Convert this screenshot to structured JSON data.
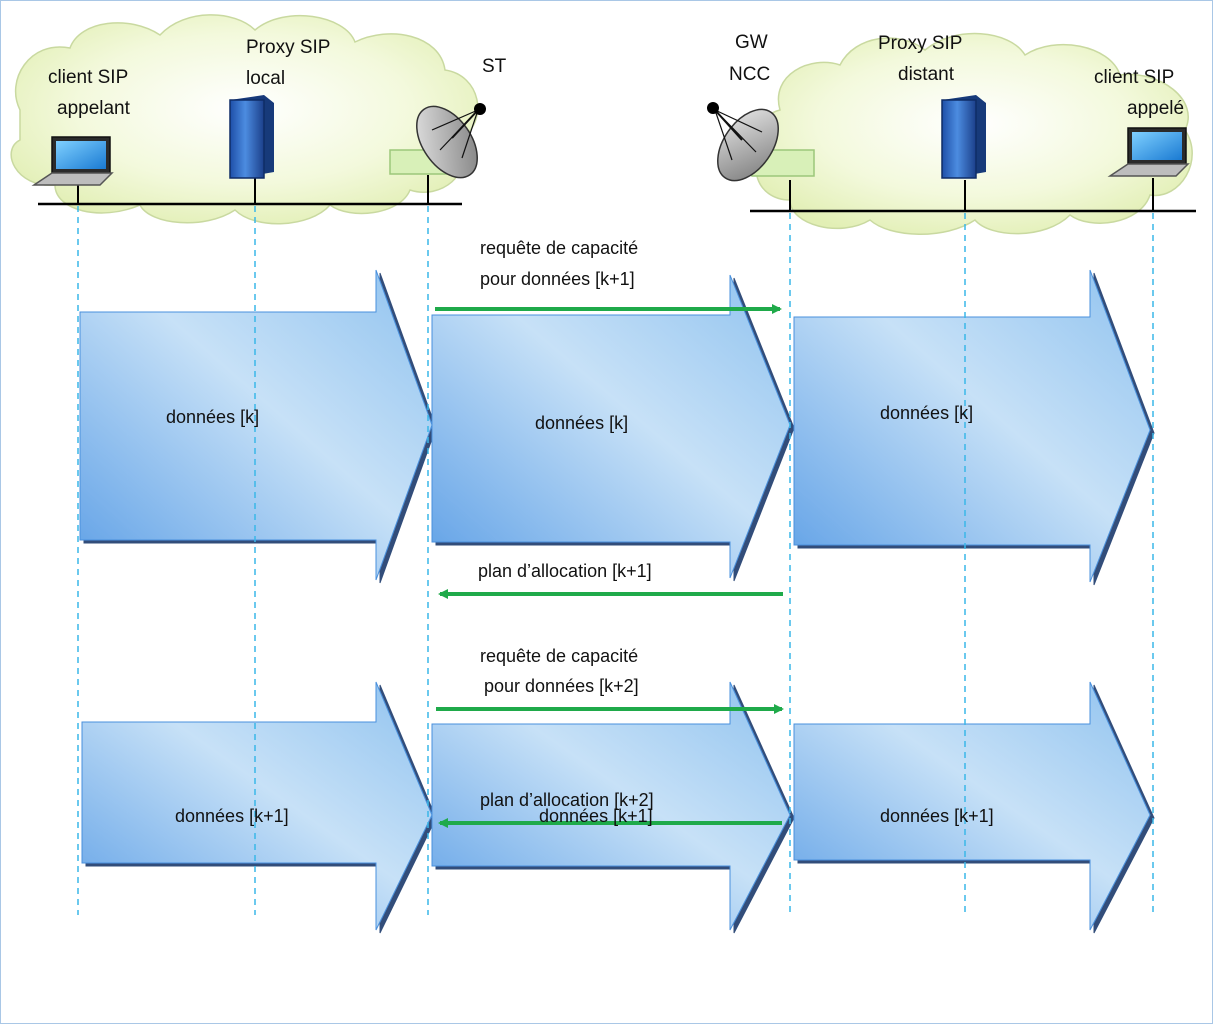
{
  "nodes": {
    "caller_line1": "client SIP",
    "caller_line2": "appelant",
    "proxy_local_line1": "Proxy SIP",
    "proxy_local_line2": "local",
    "st": "ST",
    "gw_line1": "GW",
    "gw_line2": "NCC",
    "proxy_remote_line1": "Proxy SIP",
    "proxy_remote_line2": "distant",
    "callee_line1": "client SIP",
    "callee_line2": "appelé"
  },
  "messages": {
    "request1_line1": "requête de capacité",
    "request1_line2": "pour données [k+1]",
    "plan1": "plan d’allocation [k+1]",
    "request2_line1": "requête de capacité",
    "request2_line2": "pour données [k+2]",
    "plan2": "plan d’allocation [k+2]"
  },
  "data_blocks": {
    "row1_left": "données [k]",
    "row1_mid": "données [k]",
    "row1_right": "données [k]",
    "row2_left": "données [k+1]",
    "row2_mid": "données [k+1]",
    "row2_right": "données [k+1]"
  },
  "colors": {
    "arrow_green": "#1faa4a",
    "lifeline": "#3ab7e8",
    "block_blue": "#5fa7ea"
  }
}
